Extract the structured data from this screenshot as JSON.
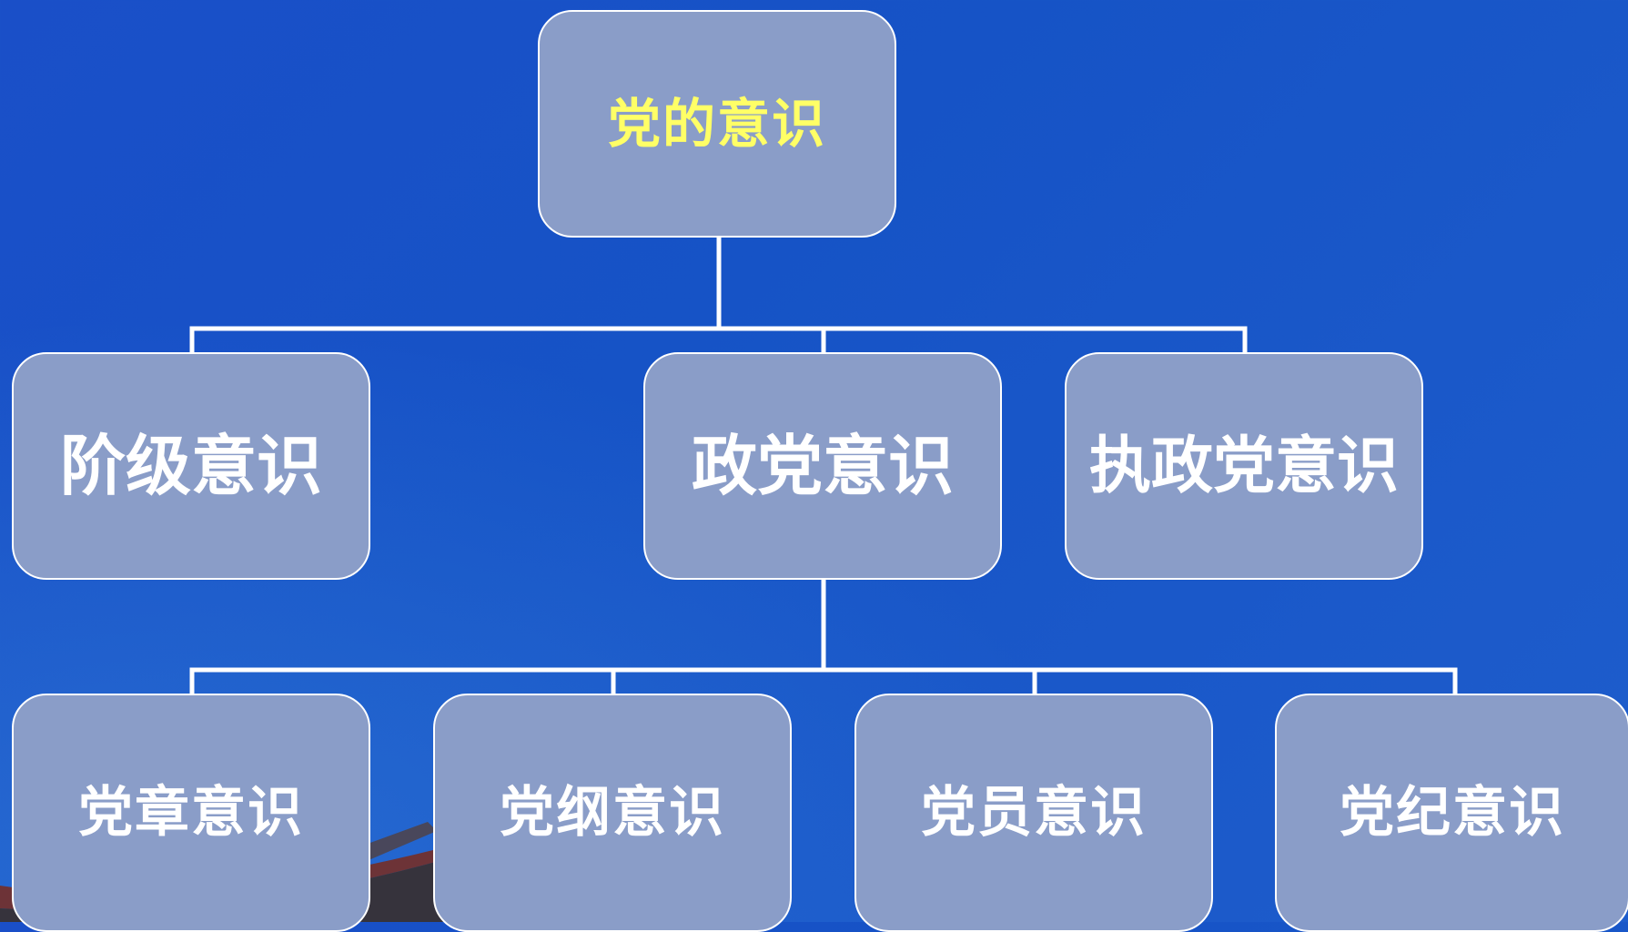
{
  "colors": {
    "background": "#1a55c8",
    "node_fill": "#8a9dc8",
    "node_border": "#ffffff",
    "connector": "#ffffff",
    "root_text": "#ffff66",
    "node_text": "#ffffff"
  },
  "root": {
    "label": "党的意识"
  },
  "level1": [
    {
      "label": "阶级意识"
    },
    {
      "label": "政党意识"
    },
    {
      "label": "执政党意识"
    }
  ],
  "level2": [
    {
      "label": "党章意识"
    },
    {
      "label": "党纲意识"
    },
    {
      "label": "党员意识"
    },
    {
      "label": "党纪意识"
    }
  ]
}
